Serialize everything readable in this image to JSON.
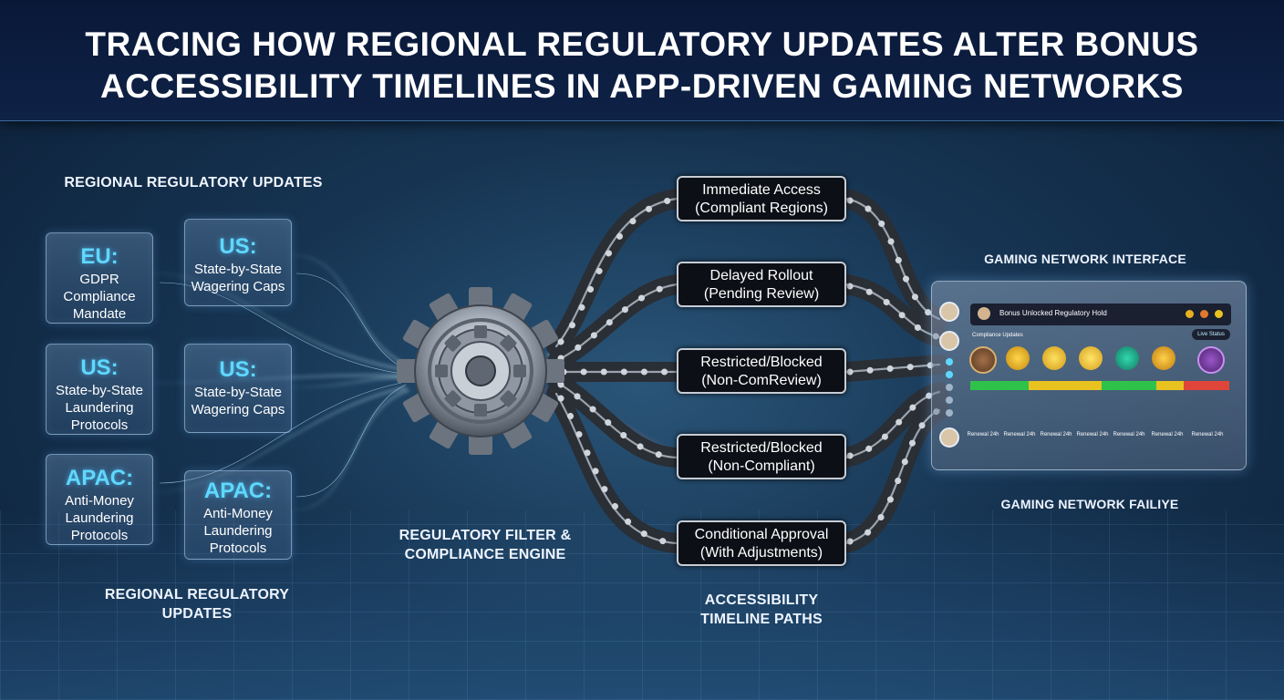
{
  "title": {
    "line1": "TRACING HOW REGIONAL REGULATORY UPDATES ALTER BONUS",
    "line2": "ACCESSIBILITY TIMELINES IN APP-DRIVEN GAMING NETWORKS"
  },
  "labels": {
    "regional_top": "REGIONAL REGULATORY UPDATES",
    "regional_bottom_1": "REGIONAL REGULATORY",
    "regional_bottom_2": "UPDATES",
    "engine_1": "REGULATORY FILTER &",
    "engine_2": "COMPLIANCE ENGINE",
    "timeline_1": "ACCESSIBILITY",
    "timeline_2": "TIMELINE PATHS",
    "interface": "GAMING NETWORK INTERFACE",
    "interface_bottom": "GAMING NETWORK FAILIYE"
  },
  "regulations": [
    {
      "region": "EU:",
      "lines": [
        "GDPR",
        "Compliance",
        "Mandate"
      ]
    },
    {
      "region": "US:",
      "lines": [
        "State-by-State",
        "Wagering Caps"
      ]
    },
    {
      "region": "US:",
      "lines": [
        "State-by-State",
        "Laundering",
        "Protocols"
      ]
    },
    {
      "region": "US:",
      "lines": [
        "State-by-State",
        "Wagering Caps"
      ]
    },
    {
      "region": "APAC:",
      "lines": [
        "Anti-Money",
        "Laundering",
        "Protocols"
      ]
    },
    {
      "region": "APAC:",
      "lines": [
        "Anti-Money",
        "Laundering",
        "Protocols"
      ]
    }
  ],
  "paths": [
    {
      "head": "Immediate Access",
      "sub": "(Compliant Regions)"
    },
    {
      "head": "Delayed Rollout",
      "sub": "(Pending Review)"
    },
    {
      "head": "Restricted/Blocked",
      "sub": "(Non-ComReview)"
    },
    {
      "head": "Restricted/Blocked",
      "sub": "(Non-Compliant)"
    },
    {
      "head": "Conditional Approval",
      "sub": "(With Adjustments)"
    }
  ],
  "panel": {
    "bar_title": "Bonus Unlocked Regulatory Hold",
    "tag": "Compliance Updates",
    "badge": "Live Status",
    "bottom_labels": [
      "Renewal 24h",
      "Renewal 24h",
      "Renewal 24h",
      "Renewal 24h",
      "Renewal 24h",
      "Renewal 24h",
      "Renewal 24h"
    ]
  },
  "colors": {
    "accent_cyan": "#5fd8ff",
    "status_green": "#2fc24a",
    "status_yellow": "#e8c320",
    "status_red": "#e0453a"
  }
}
